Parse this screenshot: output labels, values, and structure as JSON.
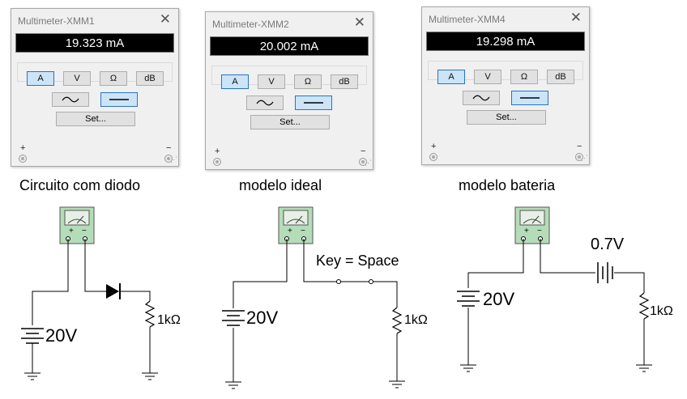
{
  "multimeters": [
    {
      "title": "Multimeter-XMM1",
      "reading": "19.323 mA"
    },
    {
      "title": "Multimeter-XMM2",
      "reading": "20.002 mA"
    },
    {
      "title": "Multimeter-XMM4",
      "reading": "19.298 mA"
    }
  ],
  "buttons": {
    "amp": "A",
    "volt": "V",
    "ohm": "Ω",
    "db": "dB",
    "set": "Set...",
    "close": "✕"
  },
  "terminals": {
    "plus": "+",
    "minus": "−"
  },
  "captions": [
    "Circuito com diodo",
    "modelo ideal",
    "modelo bateria"
  ],
  "circuit_labels": {
    "source": "20V",
    "resistor": "1kΩ",
    "key": "Key = Space",
    "battery": "0.7V"
  },
  "colors": {
    "meter_face": "#b5dcb8",
    "wire": "#000000",
    "display_bg": "#000000",
    "active_button": "#cce4f7"
  }
}
